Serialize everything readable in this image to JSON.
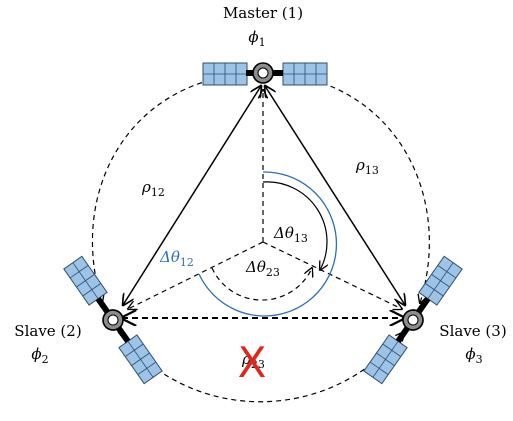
{
  "nodes": {
    "master": {
      "label": "Master (1)",
      "phase_sym": "ϕ",
      "phase_sub": "1"
    },
    "slave2": {
      "label": "Slave (2)",
      "phase_sym": "ϕ",
      "phase_sub": "2"
    },
    "slave3": {
      "label": "Slave (3)",
      "phase_sym": "ϕ",
      "phase_sub": "3"
    }
  },
  "links": {
    "rho12": {
      "sym": "ρ",
      "sub": "12"
    },
    "rho13": {
      "sym": "ρ",
      "sub": "13"
    },
    "rho23": {
      "sym": "ρ",
      "sub": "23",
      "blocked_mark": "X"
    }
  },
  "angles": {
    "dtheta12": {
      "sym": "Δθ",
      "sub": "12"
    },
    "dtheta13": {
      "sym": "Δθ",
      "sub": "13"
    },
    "dtheta23": {
      "sym": "Δθ",
      "sub": "23"
    }
  },
  "colors": {
    "panel_fill": "#9dc3e6",
    "panel_stroke": "#2f4f6f",
    "angle_blue": "#2e6fb0",
    "block_red": "#e0251b"
  }
}
